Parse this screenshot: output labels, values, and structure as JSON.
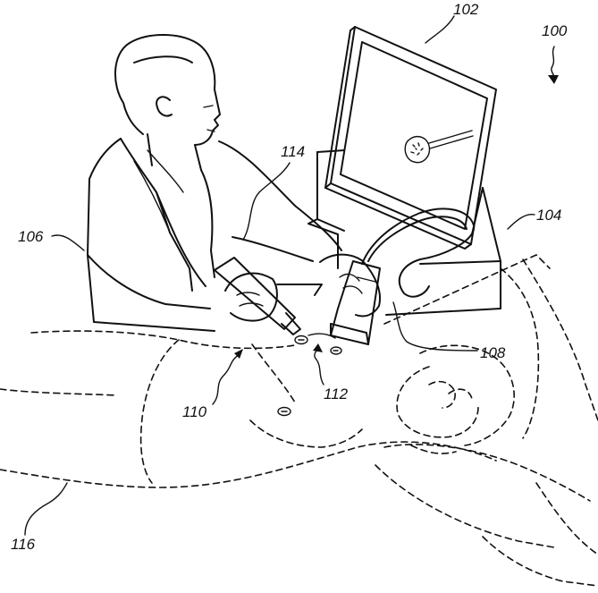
{
  "figure": {
    "labels": {
      "system": "100",
      "display": "102",
      "console": "104",
      "operator": "106",
      "probe": "108",
      "needle_tool": "110",
      "insertion_site": "112",
      "cable": "114",
      "patient": "116"
    }
  }
}
